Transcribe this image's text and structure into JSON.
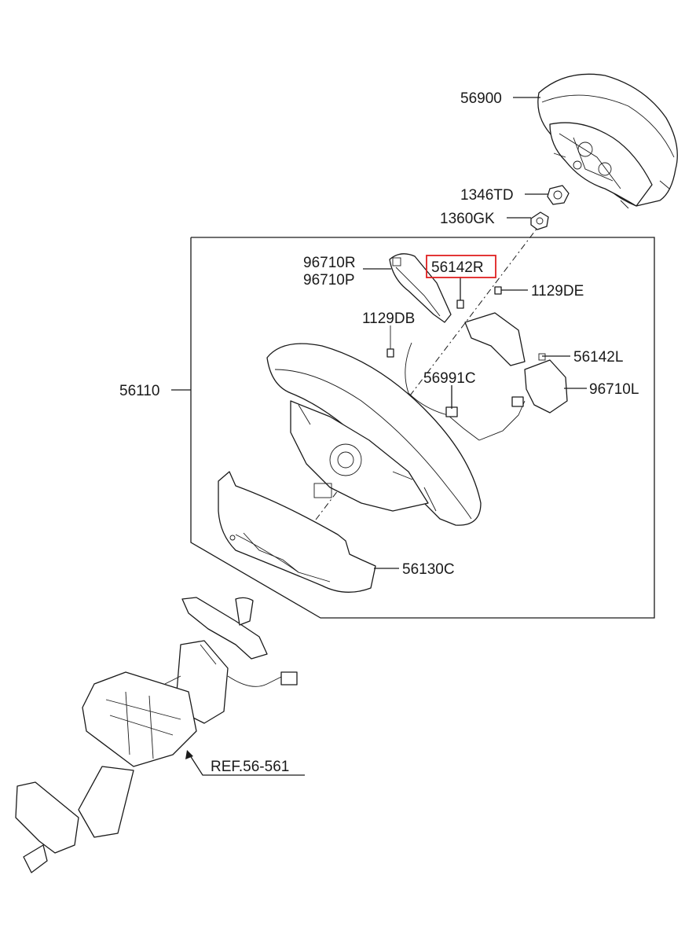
{
  "diagram": {
    "labels": {
      "p56900": "56900",
      "p1346TD": "1346TD",
      "p1360GK": "1360GK",
      "p96710R": "96710R",
      "p96710P": "96710P",
      "p56142R": "56142R",
      "p1129DE": "1129DE",
      "p1129DB": "1129DB",
      "p56142L": "56142L",
      "p56110": "56110",
      "p56991C": "56991C",
      "p96710L": "96710L",
      "p56130C": "56130C",
      "ref": "REF.56-561"
    },
    "highlight_color": "#e02020"
  }
}
